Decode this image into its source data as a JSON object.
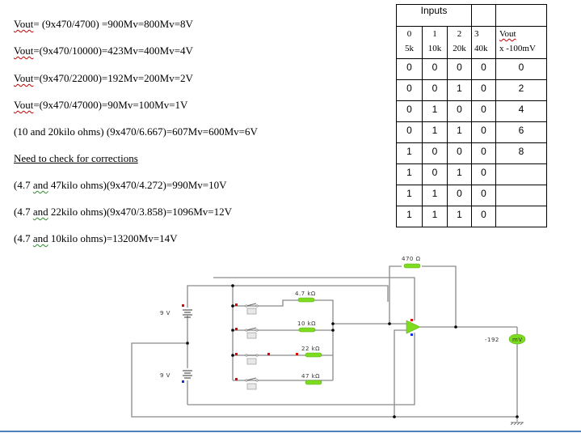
{
  "document": {
    "calculations": [
      {
        "prefix": "Vout",
        "text": "= (9x470/4700)  =900Mv=800Mv=8V"
      },
      {
        "prefix": "Vout",
        "text": "=(9x470/10000)=423Mv=400Mv=4V"
      },
      {
        "prefix": "Vout",
        "text": "=(9x470/22000)=192Mv=200Mv=2V"
      },
      {
        "prefix": "Vout",
        "text": "=(9x470/47000)=90Mv=100Mv=1V"
      }
    ],
    "combo_line": "(10 and 20kilo ohms)  (9x470/6.667)=607Mv=600Mv=6V",
    "corrections_heading": "Need to check  for corrections",
    "corrections": [
      {
        "pre": "(4.7 ",
        "word": "and",
        "post": " 47kilo ohms)(9x470/4.272)=990Mv=10V"
      },
      {
        "pre": "(4.7 ",
        "word": "and",
        "post": " 22kilo ohms)(9x470/3.858)=1096Mv=12V"
      },
      {
        "pre": "(4.7 ",
        "word": "and",
        "post": " 10kilo ohms)=13200Mv=14V"
      }
    ]
  },
  "truth_table": {
    "header": "Inputs",
    "bits": [
      "0",
      "1",
      "2",
      "3"
    ],
    "resistors": [
      "5k",
      "10k",
      "20k",
      "40k"
    ],
    "vout_label": "Vout",
    "vout_unit": "x -100mV",
    "rows": [
      [
        "0",
        "0",
        "0",
        "0",
        "0"
      ],
      [
        "0",
        "0",
        "1",
        "0",
        "2"
      ],
      [
        "0",
        "1",
        "0",
        "0",
        "4"
      ],
      [
        "0",
        "1",
        "1",
        "0",
        "6"
      ],
      [
        "1",
        "0",
        "0",
        "0",
        "8"
      ],
      [
        "1",
        "0",
        "1",
        "0",
        ""
      ],
      [
        "1",
        "1",
        "0",
        "0",
        ""
      ],
      [
        "1",
        "1",
        "1",
        "0",
        ""
      ]
    ]
  },
  "circuit": {
    "feedback_resistor": "470 Ω",
    "input_resistors": [
      "4.7 kΩ",
      "10 kΩ",
      "22 kΩ",
      "47 kΩ"
    ],
    "battery_top": "9 V",
    "battery_bottom": "9 V",
    "meter_reading": "-192",
    "meter_unit": "mV",
    "colors": {
      "component": "#7ddc1f",
      "wire": "#8a8a8a",
      "probe_red": "#e00000",
      "probe_blue": "#1030e0"
    }
  }
}
